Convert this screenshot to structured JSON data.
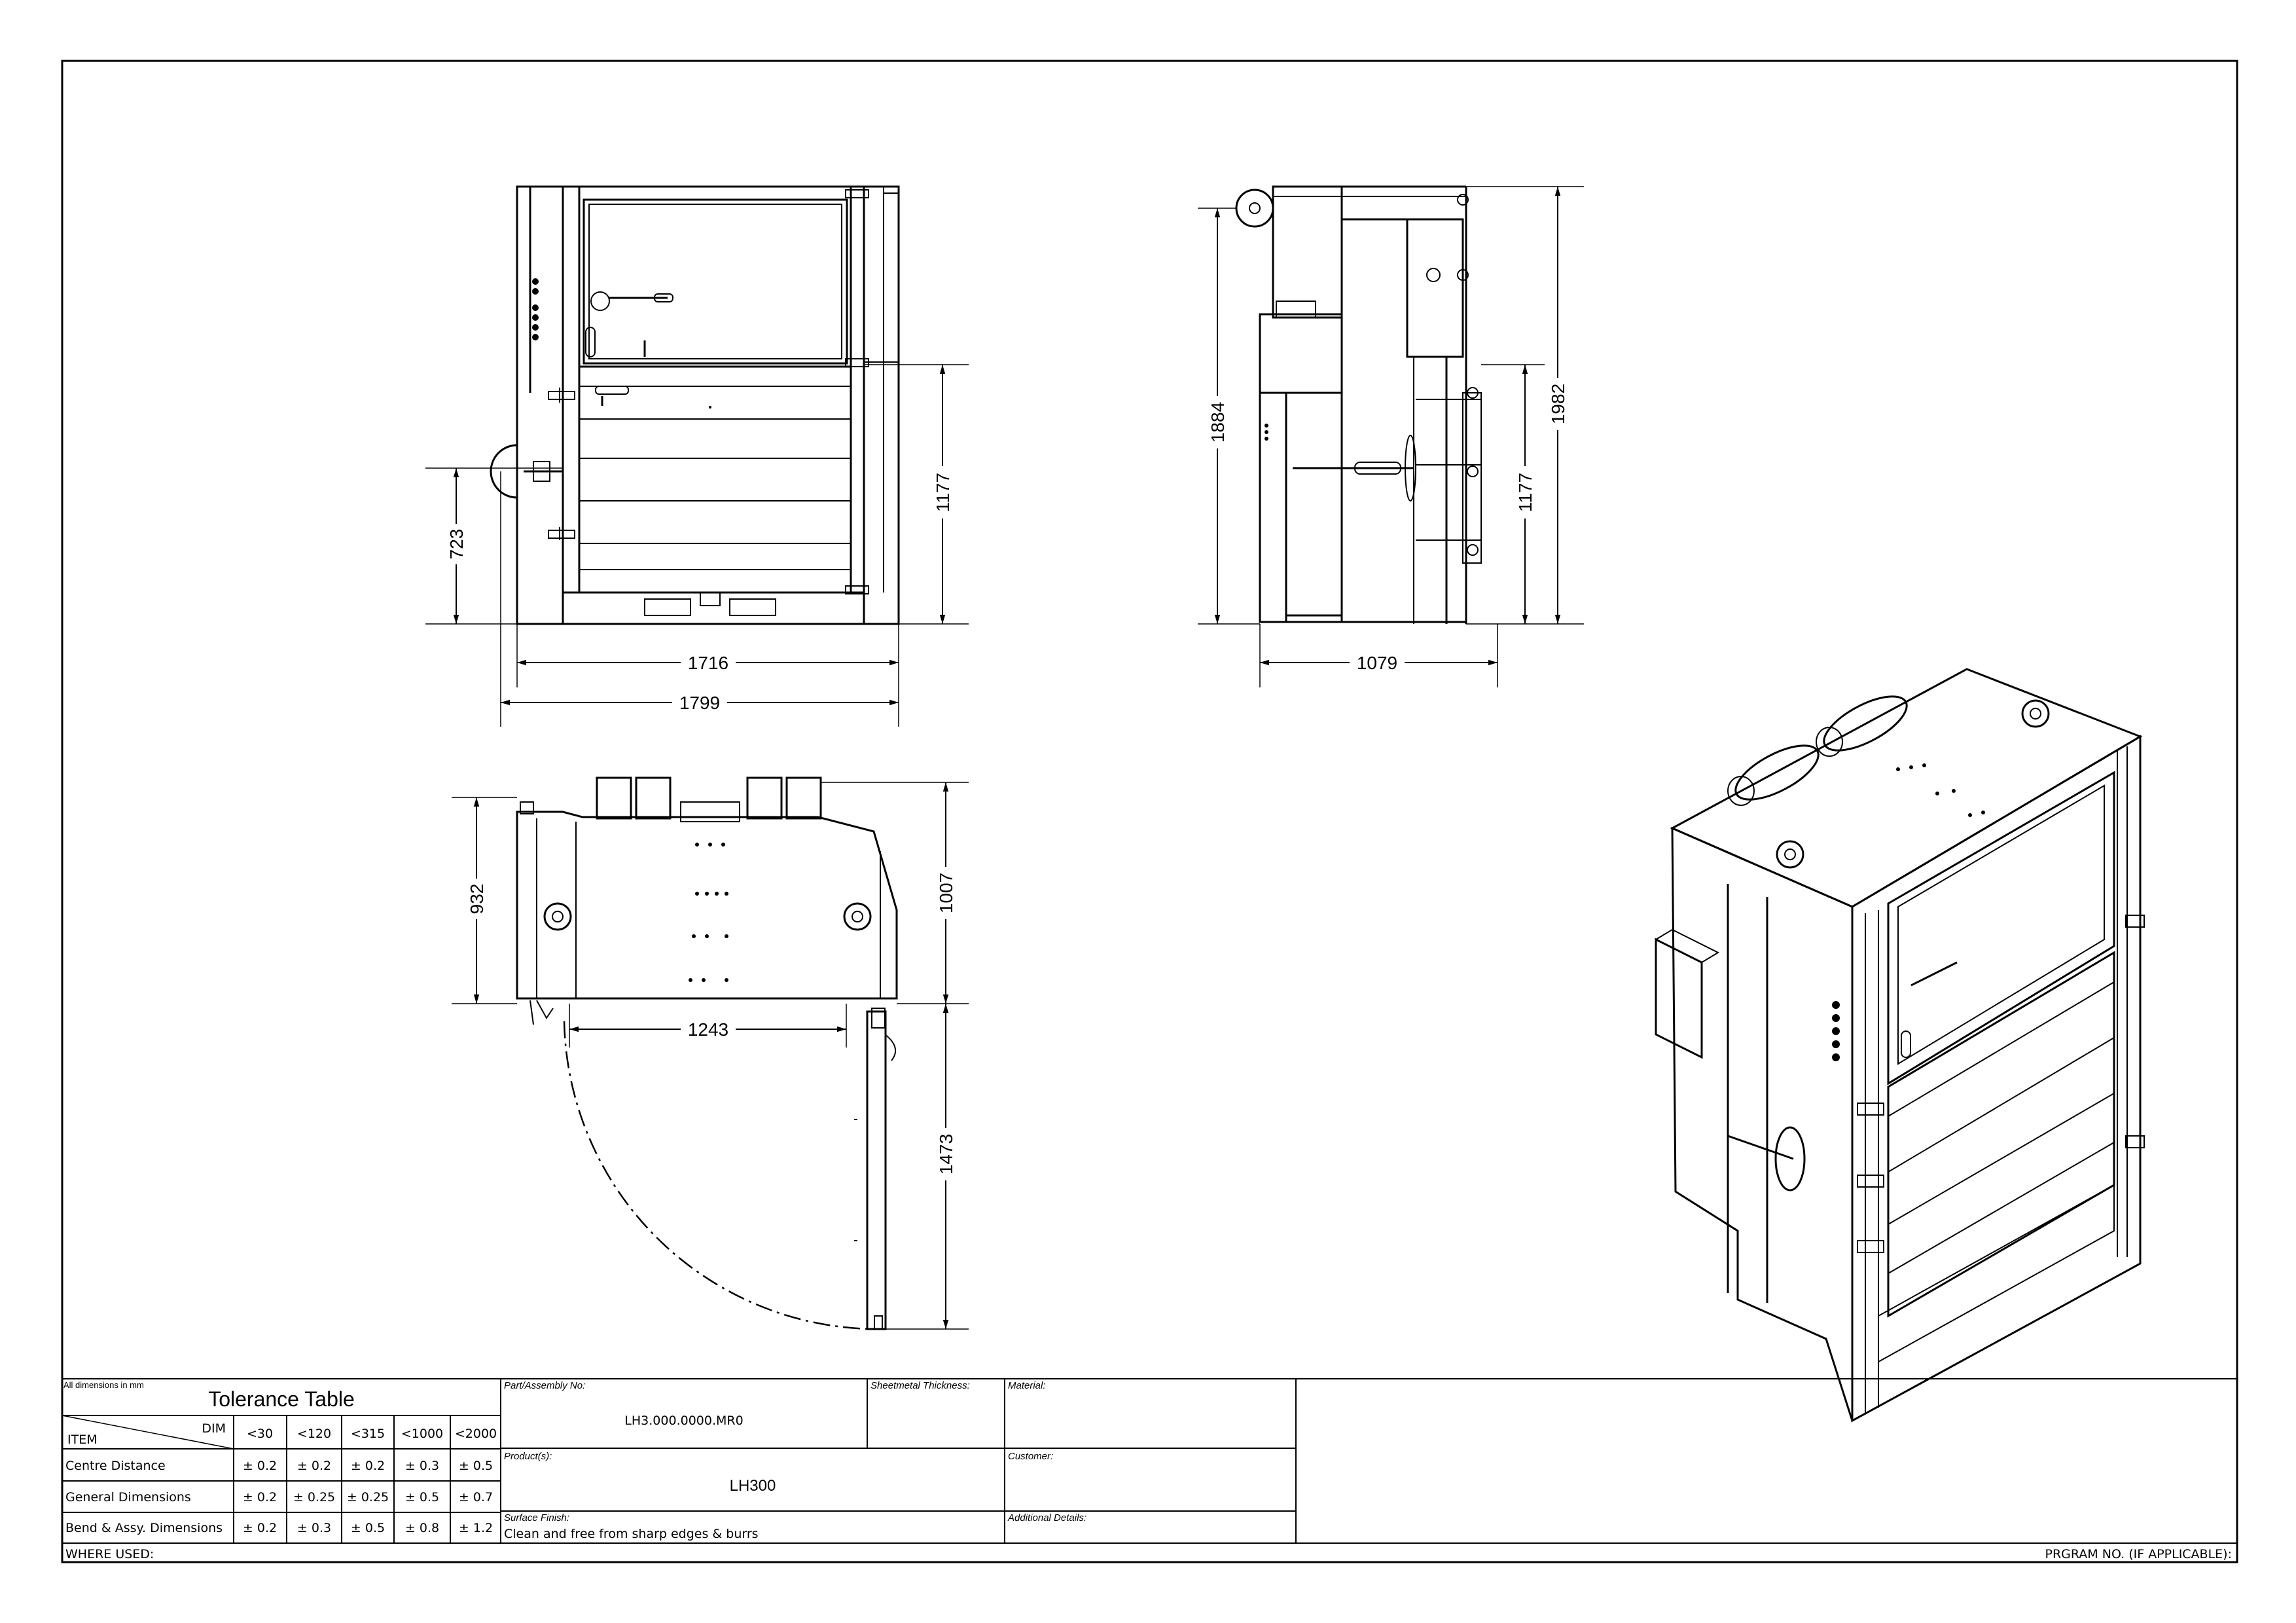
{
  "dimensions": {
    "front": {
      "d723": "723",
      "d1177": "1177",
      "d1716": "1716",
      "d1799": "1799"
    },
    "side": {
      "d1884": "1884",
      "d1177": "1177",
      "d1982": "1982",
      "d1079": "1079"
    },
    "top": {
      "d932": "932",
      "d1007": "1007",
      "d1243": "1243",
      "d1473": "1473"
    }
  },
  "tolerance": {
    "note": "All dimensions in mm",
    "title": "Tolerance Table",
    "item_label": "ITEM",
    "dim_label": "DIM",
    "columns": [
      "<30",
      "<120",
      "<315",
      "<1000",
      "<2000"
    ],
    "rows": [
      {
        "label": "Centre Distance",
        "values": [
          "± 0.2",
          "± 0.2",
          "± 0.2",
          "± 0.3",
          "± 0.5"
        ]
      },
      {
        "label": "General Dimensions",
        "values": [
          "± 0.2",
          "± 0.25",
          "± 0.25",
          "± 0.5",
          "± 0.7"
        ]
      },
      {
        "label": "Bend & Assy. Dimensions",
        "values": [
          "± 0.2",
          "± 0.3",
          "± 0.5",
          "± 0.8",
          "± 1.2"
        ]
      }
    ]
  },
  "title_block": {
    "part_label": "Part/Assembly No:",
    "part_value": "LH3.000.0000.MR0",
    "sheetmetal_label": "Sheetmetal Thickness:",
    "material_label": "Material:",
    "product_label": "Product(s):",
    "product_value": "LH300",
    "customer_label": "Customer:",
    "surface_label": "Surface Finish:",
    "surface_value": "Clean and free from sharp edges & burrs",
    "additional_label": "Additional Details:",
    "where_used": "WHERE USED:",
    "program_no": "PRGRAM NO. (IF APPLICABLE):"
  }
}
